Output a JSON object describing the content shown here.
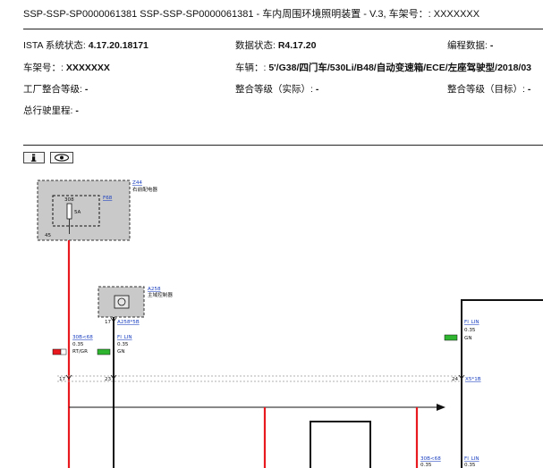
{
  "document": {
    "title": "SSP-SSP-SP0000061381 SSP-SSP-SP0000061381 - 车内周围环境照明装置 - V.3, 车架号：: XXXXXXX"
  },
  "info": {
    "istaStatus": {
      "label": "ISTA 系统状态:",
      "value": "4.17.20.18171"
    },
    "dataStatus": {
      "label": "数据状态:",
      "value": "R4.17.20"
    },
    "programData": {
      "label": "编程数据:",
      "value": "-"
    },
    "vin": {
      "label": "车架号：:",
      "value": "XXXXXXX"
    },
    "vehicle": {
      "label": "车辆：:",
      "value": "5'/G38/四门车/530Li/B48/自动变速箱/ECE/左座驾驶型/2018/03"
    },
    "factoryLevel": {
      "label": "工厂整合等级:",
      "value": "-"
    },
    "levelActual": {
      "label": "整合等级（实际）:",
      "value": "-"
    },
    "levelTarget": {
      "label": "整合等级（目标）:",
      "value": "-"
    },
    "mileage": {
      "label": "总行驶里程:",
      "value": "-"
    }
  },
  "toolbar": {
    "info_icon": "info-icon",
    "view_icon": "eye-icon"
  },
  "diagram": {
    "z44": {
      "code": "Z44",
      "name": "右前配电器"
    },
    "fuse": {
      "code": "F68",
      "num": "308",
      "rating": "5A",
      "pin": "45"
    },
    "a258": {
      "code": "A258",
      "name": "主域控制器",
      "pin": "17",
      "connector": "A258*5B"
    },
    "wire1": {
      "code": "30B<68",
      "size": "0.35",
      "color": "RT/GR"
    },
    "wire2": {
      "code": "FI_LIN",
      "size": "0.35",
      "color": "GN"
    },
    "wire3": {
      "code": "FI_LIN",
      "size": "0.35",
      "color": "GN"
    },
    "wire4": {
      "code": "30B<68",
      "size": "0.35"
    },
    "wire5": {
      "code": "FI_LIN",
      "size": "0.35"
    },
    "splice": {
      "left_a": "17",
      "left_b": "23",
      "right": "24",
      "connector": "X5*1B"
    }
  },
  "colors": {
    "red": "#e8191f",
    "green": "#2fb52f",
    "gray": "#c9c9c9"
  }
}
